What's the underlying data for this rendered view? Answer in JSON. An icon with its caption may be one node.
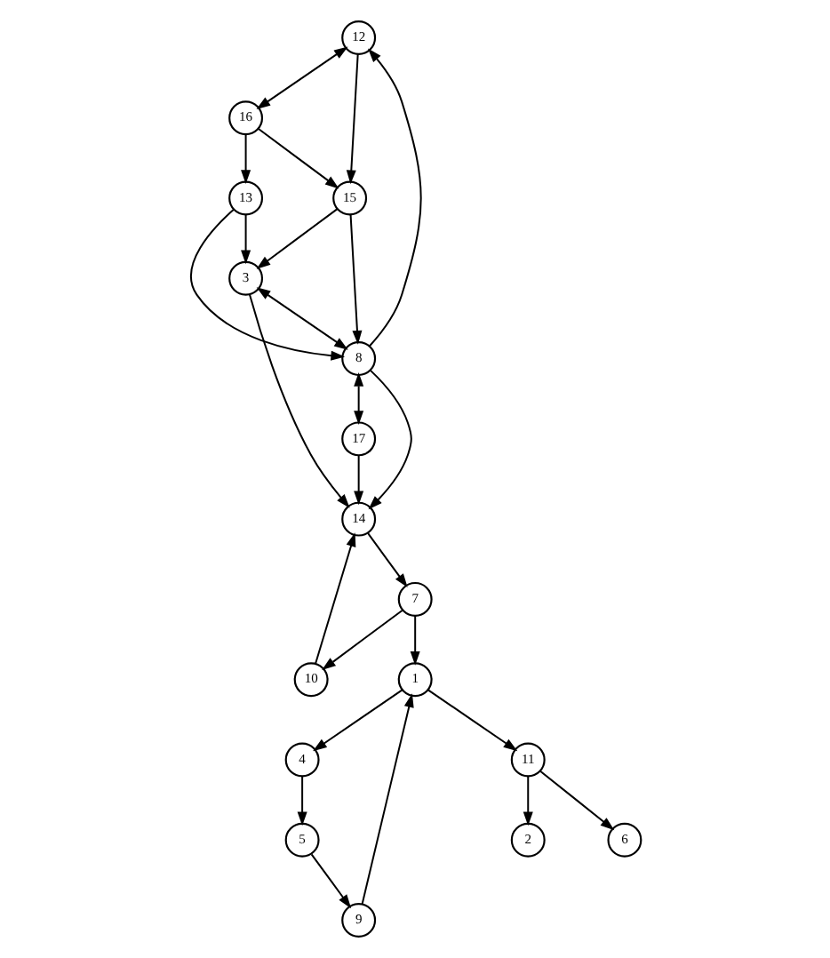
{
  "diagram": {
    "nodes": [
      {
        "text": [
          "12"
        ]
      },
      {
        "text": [
          "16"
        ]
      },
      {
        "text": [
          "15"
        ]
      },
      {
        "text": [
          "13"
        ]
      },
      {
        "text": [
          "3"
        ]
      },
      {
        "text": [
          "8"
        ]
      },
      {
        "text": [
          "17"
        ]
      },
      {
        "text": [
          "14"
        ]
      },
      {
        "text": [
          "7"
        ]
      },
      {
        "text": [
          "10"
        ]
      },
      {
        "text": [
          "1"
        ]
      },
      {
        "text": [
          "4"
        ]
      },
      {
        "text": [
          "11"
        ]
      },
      {
        "text": [
          "5"
        ]
      },
      {
        "text": [
          "2"
        ]
      },
      {
        "text": [
          "6"
        ]
      },
      {
        "text": [
          "9"
        ]
      }
    ],
    "edges": [
      {
        "from": 0,
        "to": 1,
        "arrow": "both"
      },
      {
        "from": 0,
        "to": 2,
        "arrow": "to"
      },
      {
        "from": 1,
        "to": 2,
        "arrow": "to"
      },
      {
        "from": 1,
        "to": 3,
        "arrow": "to"
      },
      {
        "from": 5,
        "to": 0,
        "arrow": "to"
      },
      {
        "from": 2,
        "to": 5,
        "arrow": "to"
      },
      {
        "from": 3,
        "to": 4,
        "arrow": "to"
      },
      {
        "from": 2,
        "to": 4,
        "arrow": "to"
      },
      {
        "from": 3,
        "to": 5,
        "arrow": "to"
      },
      {
        "from": 4,
        "to": 5,
        "arrow": "both"
      },
      {
        "from": 5,
        "to": 6,
        "arrow": "both"
      },
      {
        "from": 4,
        "to": 7,
        "arrow": "to"
      },
      {
        "from": 5,
        "to": 7,
        "arrow": "to"
      },
      {
        "from": 6,
        "to": 7,
        "arrow": "to"
      },
      {
        "from": 7,
        "to": 8,
        "arrow": "to"
      },
      {
        "from": 9,
        "to": 7,
        "arrow": "to"
      },
      {
        "from": 8,
        "to": 9,
        "arrow": "to"
      },
      {
        "from": 8,
        "to": 10,
        "arrow": "to"
      },
      {
        "from": 10,
        "to": 11,
        "arrow": "to"
      },
      {
        "from": 10,
        "to": 12,
        "arrow": "to"
      },
      {
        "from": 11,
        "to": 13,
        "arrow": "to"
      },
      {
        "from": 12,
        "to": 14,
        "arrow": "to"
      },
      {
        "from": 12,
        "to": 15,
        "arrow": "to"
      },
      {
        "from": 13,
        "to": 16,
        "arrow": "to"
      },
      {
        "from": 16,
        "to": 10,
        "arrow": "to"
      }
    ]
  }
}
